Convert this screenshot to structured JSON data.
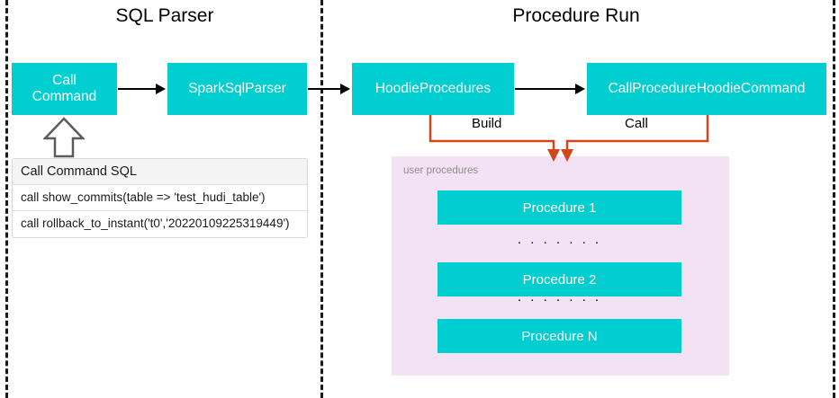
{
  "diagram": {
    "title_left": "SQL Parser",
    "title_right": "Procedure Run",
    "colors": {
      "box_fill": "#00CED1",
      "box_text": "#FFFFFF",
      "connector": "#D4451A",
      "panel_bg": "#F3E2F3",
      "separator": "#1A1A1A",
      "arrow": "#000000"
    }
  },
  "sql_parser": {
    "boxes": {
      "call_command": "Call\nCommand",
      "call_command_line1": "Call",
      "call_command_line2": "Command",
      "spark_sql_parser": "SparkSqlParser"
    },
    "table": {
      "header": "Call Command SQL",
      "rows": [
        "call show_commits(table => 'test_hudi_table')",
        "call rollback_to_instant('t0','20220109225319449')"
      ]
    }
  },
  "procedure_run": {
    "boxes": {
      "hoodie_procedures": "HoodieProcedures",
      "call_procedure_hoodie_command": "CallProcedureHoodieCommand"
    },
    "connector_labels": {
      "build": "Build",
      "call": "Call"
    },
    "user_procedures": {
      "caption": "user procedures",
      "items": [
        "Procedure 1",
        "Procedure 2",
        "Procedure N"
      ],
      "ellipsis": ". . . . . . ."
    }
  }
}
